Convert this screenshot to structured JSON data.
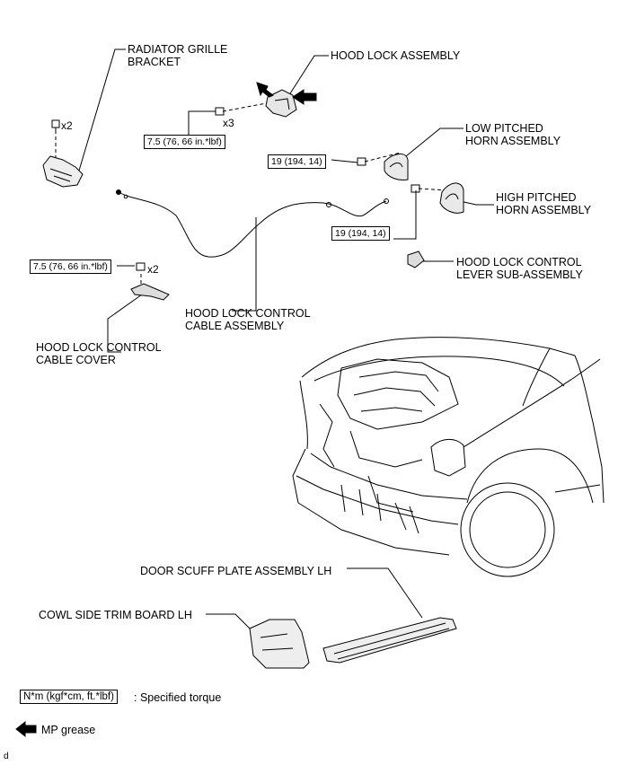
{
  "labels": {
    "radiator_grille_bracket": "RADIATOR GRILLE\nBRACKET",
    "hood_lock_assembly": "HOOD LOCK ASSEMBLY",
    "low_pitched_horn": "LOW PITCHED\nHORN ASSEMBLY",
    "high_pitched_horn": "HIGH PITCHED\nHORN ASSEMBLY",
    "hood_lock_control_lever": "HOOD LOCK CONTROL\nLEVER SUB-ASSEMBLY",
    "hood_lock_control_cable": "HOOD LOCK CONTROL\nCABLE ASSEMBLY",
    "hood_lock_control_cable_cover": "HOOD LOCK CONTROL\nCABLE COVER",
    "door_scuff_plate": "DOOR SCUFF PLATE ASSEMBLY LH",
    "cowl_side_trim_board": "COWL SIDE TRIM BOARD LH"
  },
  "quantities": {
    "radiator_bracket": "x2",
    "hood_lock": "x3",
    "cable_cover": "x2"
  },
  "torque": {
    "hood_lock": "7.5 (76, 66 in.*lbf)",
    "low_horn": "19 (194, 14)",
    "high_horn": "19 (194, 14)",
    "cable_cover": "7.5 (76, 66 in.*lbf)"
  },
  "legend": {
    "torque_format": "N*m (kgf*cm, ft.*lbf)",
    "torque_text": ": Specified torque",
    "grease_text": "MP grease"
  },
  "figure_id": "d"
}
